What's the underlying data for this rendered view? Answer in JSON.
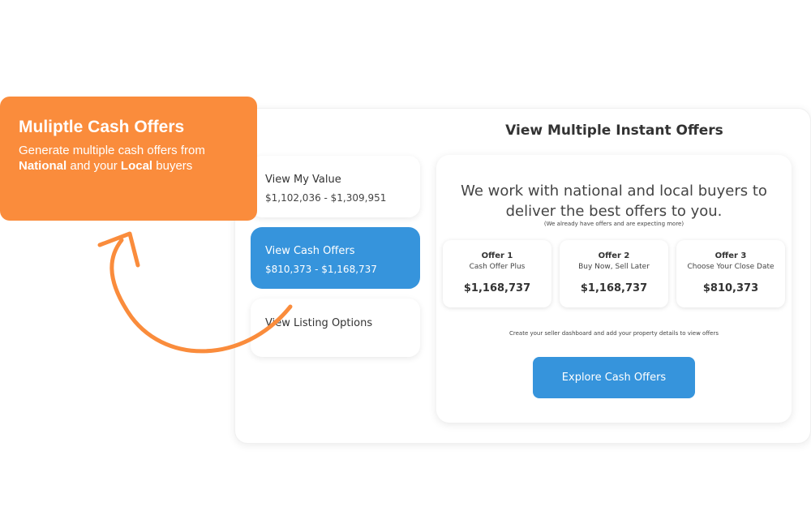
{
  "callout": {
    "title": "Muliptle Cash Offers",
    "body_part1": "Generate multiple cash offers from ",
    "body_bold1": "National",
    "body_part2": " and your ",
    "body_bold2": "Local",
    "body_part3": " buyers",
    "color": "#fa8c3c"
  },
  "panel": {
    "title": "View Multiple Instant Offers"
  },
  "sidebar": {
    "items": [
      {
        "label": "View My Value",
        "value": "$1,102,036 - $1,309,951",
        "active": false
      },
      {
        "label": "View Cash Offers",
        "value": "$810,373 - $1,168,737",
        "active": true
      },
      {
        "label": "View Listing Options",
        "value": "",
        "active": false
      }
    ]
  },
  "main": {
    "headline": "We work with national and local buyers to deliver the best offers to you.",
    "subnote": "(We already have offers and are expecting more)",
    "offers": [
      {
        "name": "Offer 1",
        "desc": "Cash Offer Plus",
        "amount": "$1,168,737"
      },
      {
        "name": "Offer 2",
        "desc": "Buy Now, Sell Later",
        "amount": "$1,168,737"
      },
      {
        "name": "Offer 3",
        "desc": "Choose Your Close Date",
        "amount": "$810,373"
      }
    ],
    "dashboard_note": "Create your seller dashboard and add your property details to view offers",
    "cta_label": "Explore Cash Offers",
    "accent_color": "#3694dc"
  }
}
